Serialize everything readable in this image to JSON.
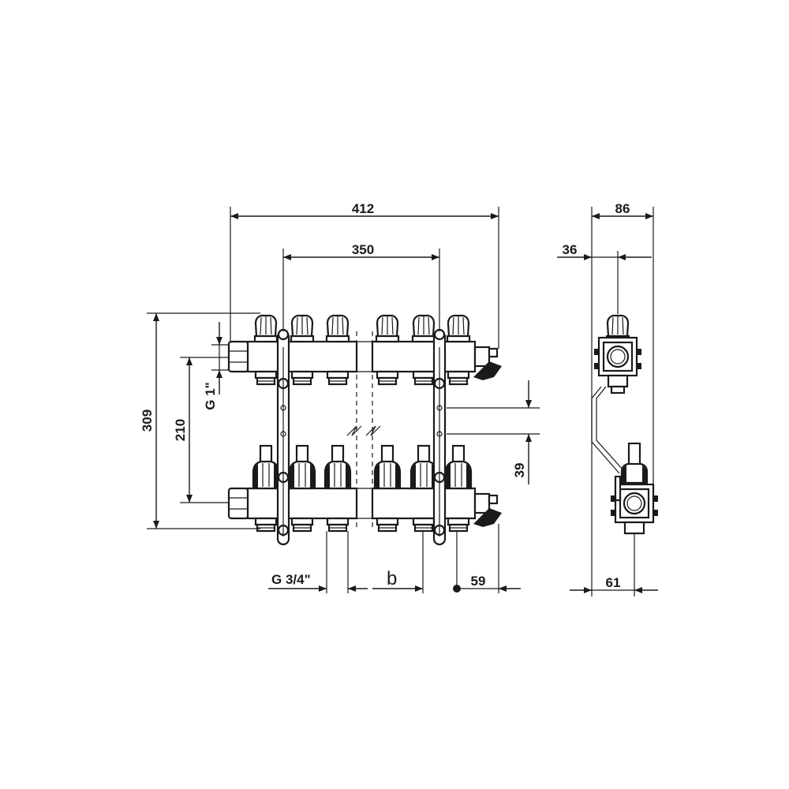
{
  "labels": {
    "d412": "412",
    "d350": "350",
    "d309": "309",
    "d210": "210",
    "g1": "G 1\"",
    "d39": "39",
    "g34": "G 3/4\"",
    "b": "b",
    "d59": "59",
    "d86": "86",
    "d36": "36",
    "d61": "61"
  }
}
